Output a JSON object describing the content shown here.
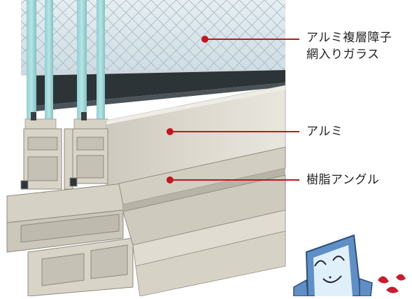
{
  "diagram": {
    "leader_color": "#c0161d",
    "callouts": [
      {
        "id": "glass",
        "lines": [
          "アルミ複層障子",
          "網入りガラス"
        ]
      },
      {
        "id": "aluminum",
        "lines": [
          "アルミ"
        ]
      },
      {
        "id": "resin",
        "lines": [
          "樹脂アングル"
        ]
      }
    ]
  },
  "mascot": {
    "icon": "window-mascot-character"
  }
}
